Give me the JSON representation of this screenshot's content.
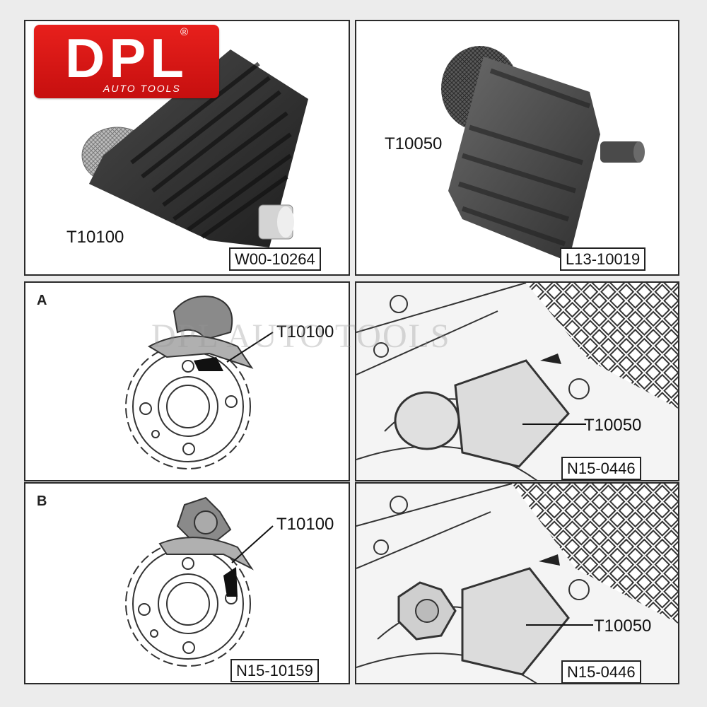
{
  "logo": {
    "main": "DPL",
    "registered": "®",
    "sub": "AUTO TOOLS"
  },
  "watermark": "DPL AUTO TOOLS",
  "panels": {
    "top_left": {
      "tool_label": "T10100",
      "part_code": "W00-10264"
    },
    "top_right": {
      "tool_label": "T10050",
      "part_code": "L13-10019"
    },
    "middle_left": {
      "letter": "A",
      "tool_label": "T10100"
    },
    "middle_right": {
      "tool_label": "T10050",
      "part_code": "N15-0446"
    },
    "bottom_left": {
      "letter": "B",
      "tool_label": "T10100",
      "part_code": "N15-10159"
    },
    "bottom_right": {
      "tool_label": "T10050",
      "part_code": "N15-0446"
    }
  },
  "colors": {
    "brand_red": "#d7161a",
    "tool_dark": "#2d2d2d",
    "diagram_gray": "#9a9a9a"
  }
}
